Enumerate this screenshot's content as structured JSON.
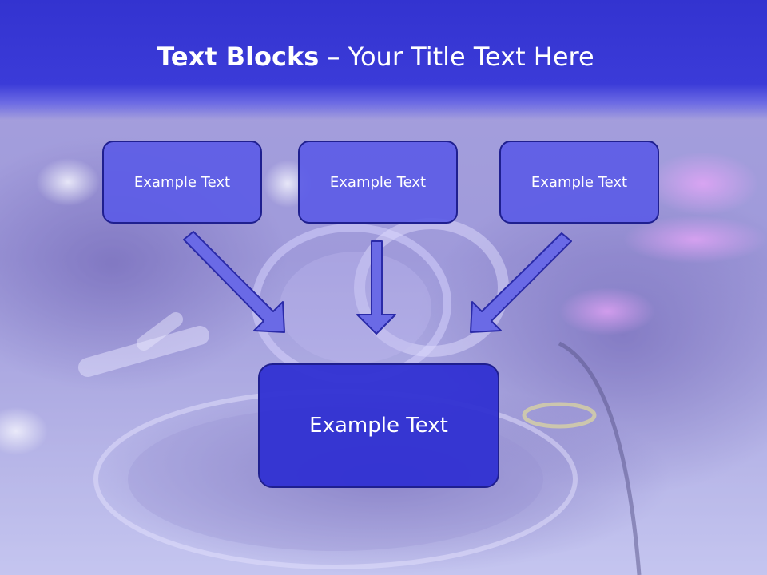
{
  "title": {
    "bold": "Text Blocks",
    "dash": " – ",
    "rest": "Your Title Text Here"
  },
  "blocks": [
    {
      "label": "Example Text"
    },
    {
      "label": "Example Text"
    },
    {
      "label": "Example Text"
    }
  ],
  "target": {
    "label": "Example Text"
  },
  "colors": {
    "header": "#3535d2",
    "small_box": "#5c5ce6",
    "big_box": "#3030d2",
    "border": "#1f1f8f",
    "arrow_fill": "#6a6ae6"
  }
}
